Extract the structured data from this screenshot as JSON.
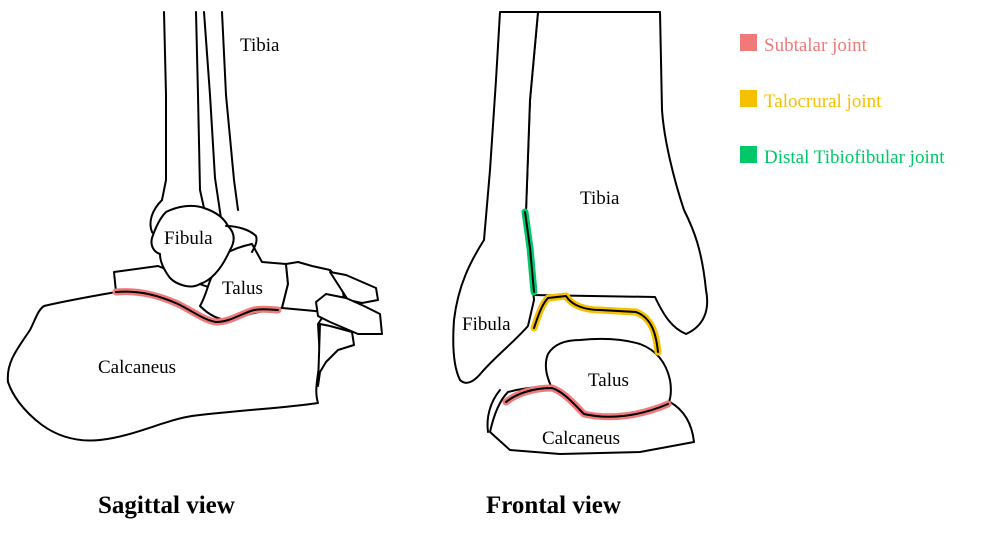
{
  "colors": {
    "subtalar": "#f07a7a",
    "talocrural": "#f5c000",
    "tibiofibular": "#00c86a"
  },
  "sagittal": {
    "title": "Sagittal view",
    "labels": {
      "tibia": "Tibia",
      "fibula": "Fibula",
      "talus": "Talus",
      "calcaneus": "Calcaneus"
    }
  },
  "frontal": {
    "title": "Frontal view",
    "labels": {
      "tibia": "Tibia",
      "fibula": "Fibula",
      "talus": "Talus",
      "calcaneus": "Calcaneus"
    }
  },
  "legend": [
    {
      "label": "Subtalar joint",
      "color": "#f07a7a"
    },
    {
      "label": "Talocrural joint",
      "color": "#f5c000"
    },
    {
      "label": "Distal Tibiofibular joint",
      "color": "#00c86a"
    }
  ]
}
